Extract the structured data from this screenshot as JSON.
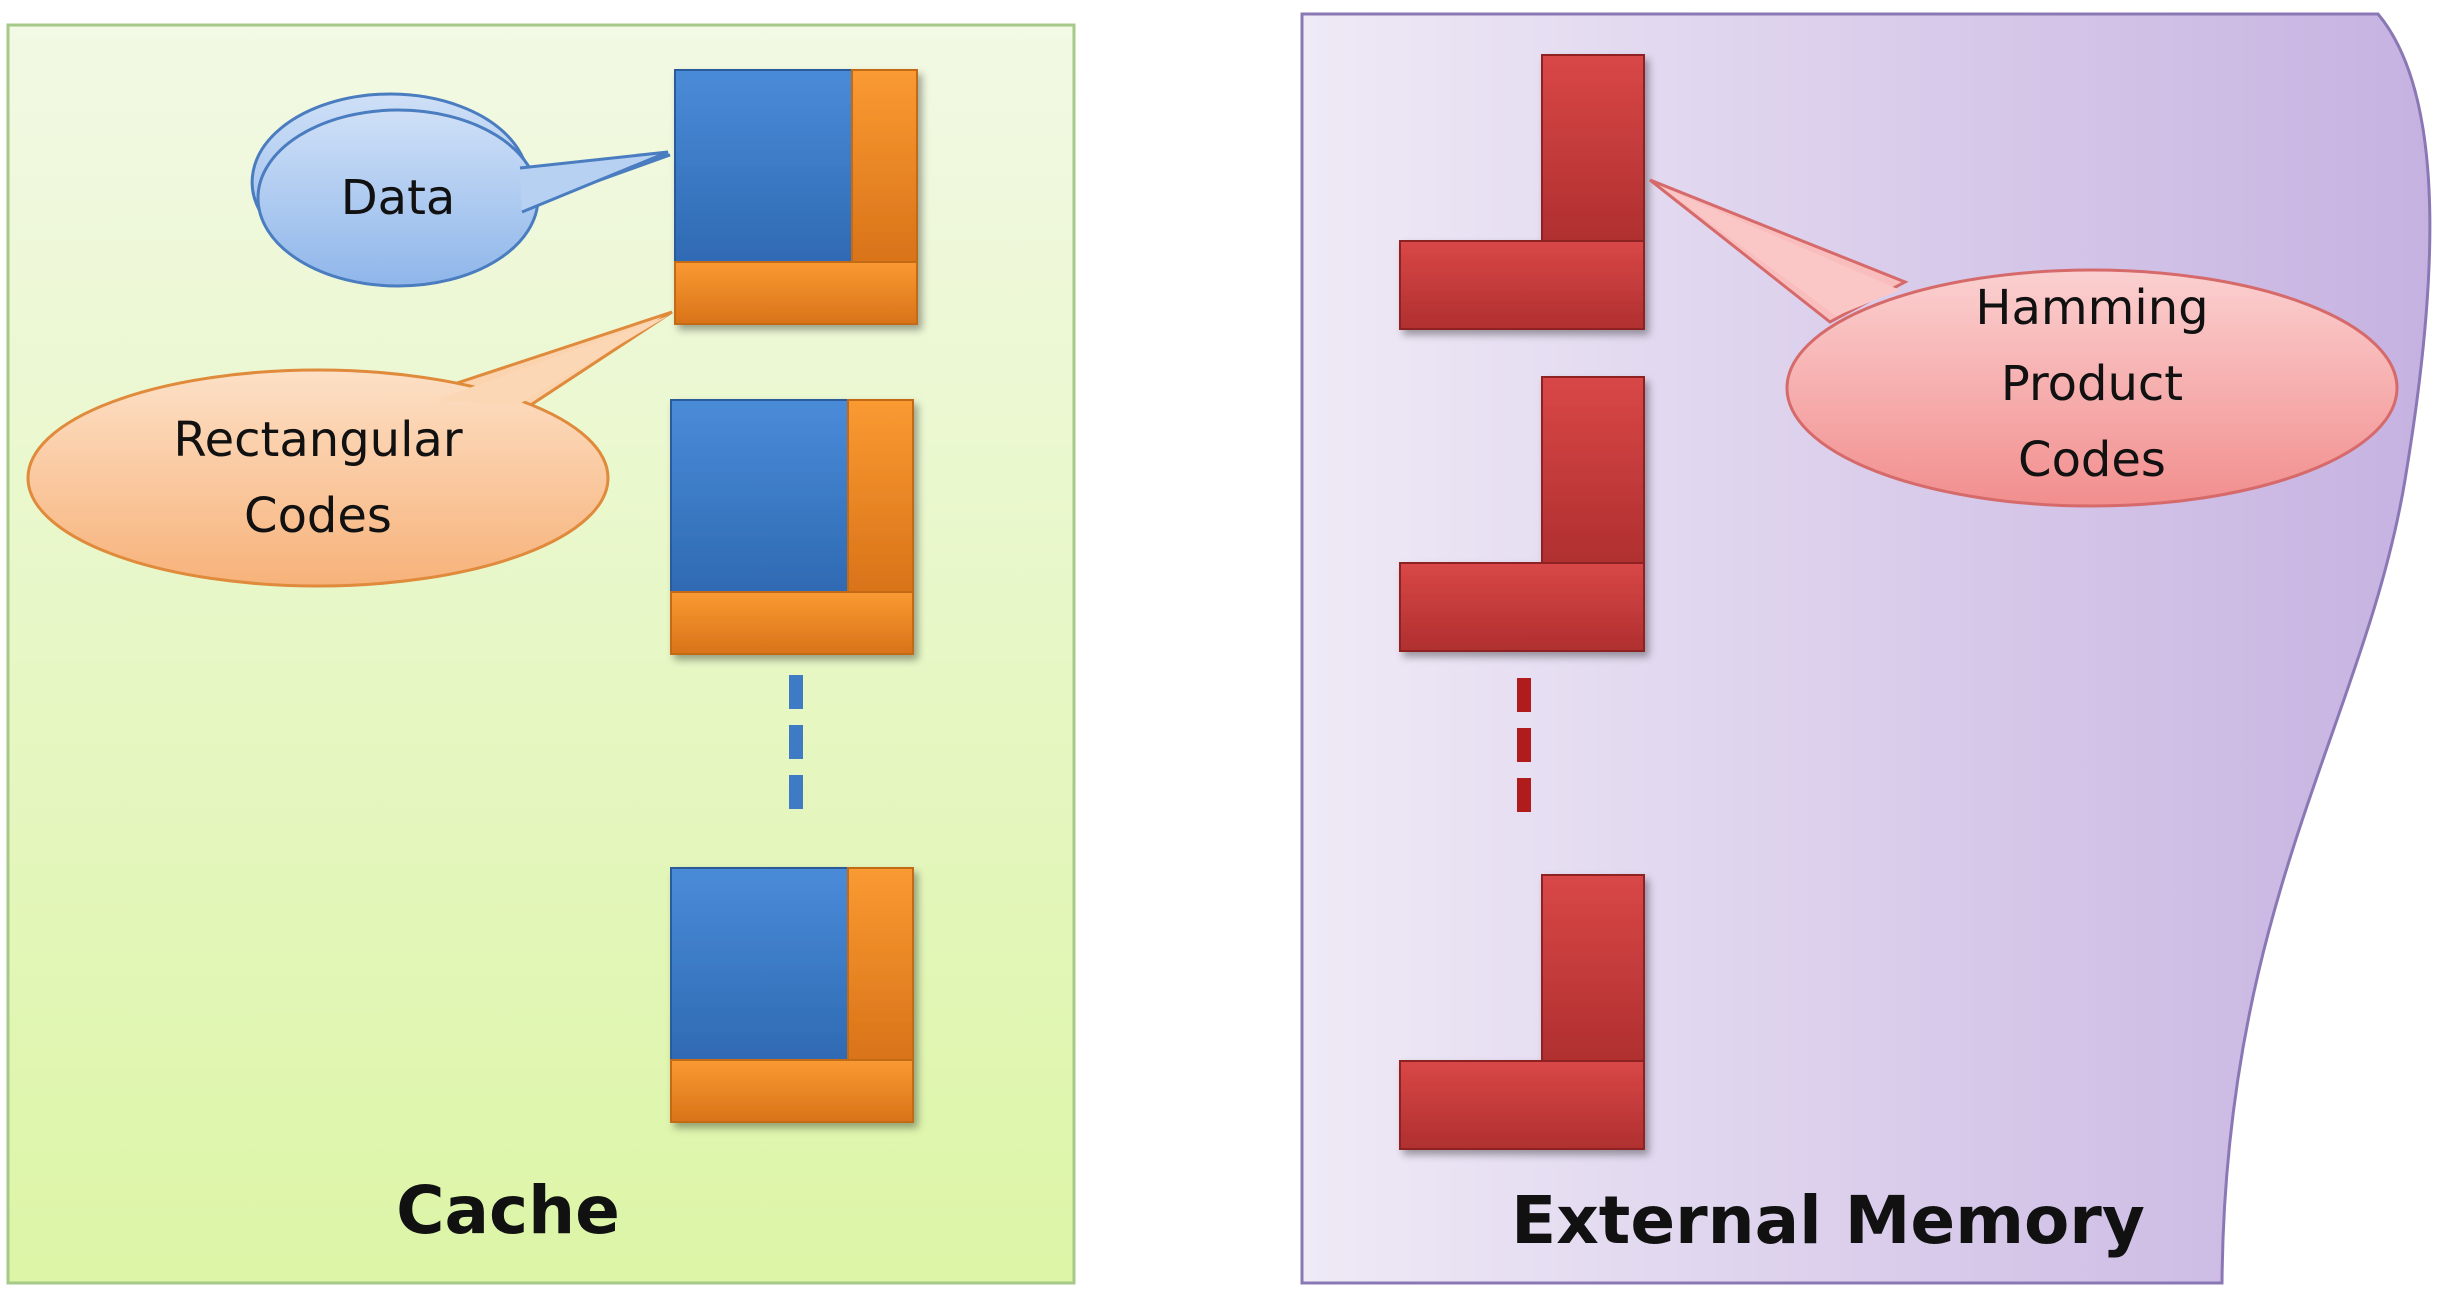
{
  "cache": {
    "label": "Cache",
    "callouts": {
      "data": "Data",
      "rectangular_line1": "Rectangular",
      "rectangular_line2": "Codes"
    }
  },
  "external_memory": {
    "label": "External Memory",
    "callouts": {
      "hamming_line1": "Hamming",
      "hamming_line2": "Product",
      "hamming_line3": "Codes"
    }
  },
  "colors": {
    "cache_bg_top": "#F0F8E0",
    "cache_bg_bottom": "#DDF5A8",
    "memory_bg_left": "#EDE8F5",
    "memory_bg_right": "#C7B4E2",
    "data_block": "#3D7CC9",
    "code_block": "#F28C28",
    "hamming_block": "#C83A3A",
    "data_bubble": "#A9C8F0",
    "rect_bubble": "#F9C59A",
    "hamming_bubble": "#F6A9A9"
  }
}
